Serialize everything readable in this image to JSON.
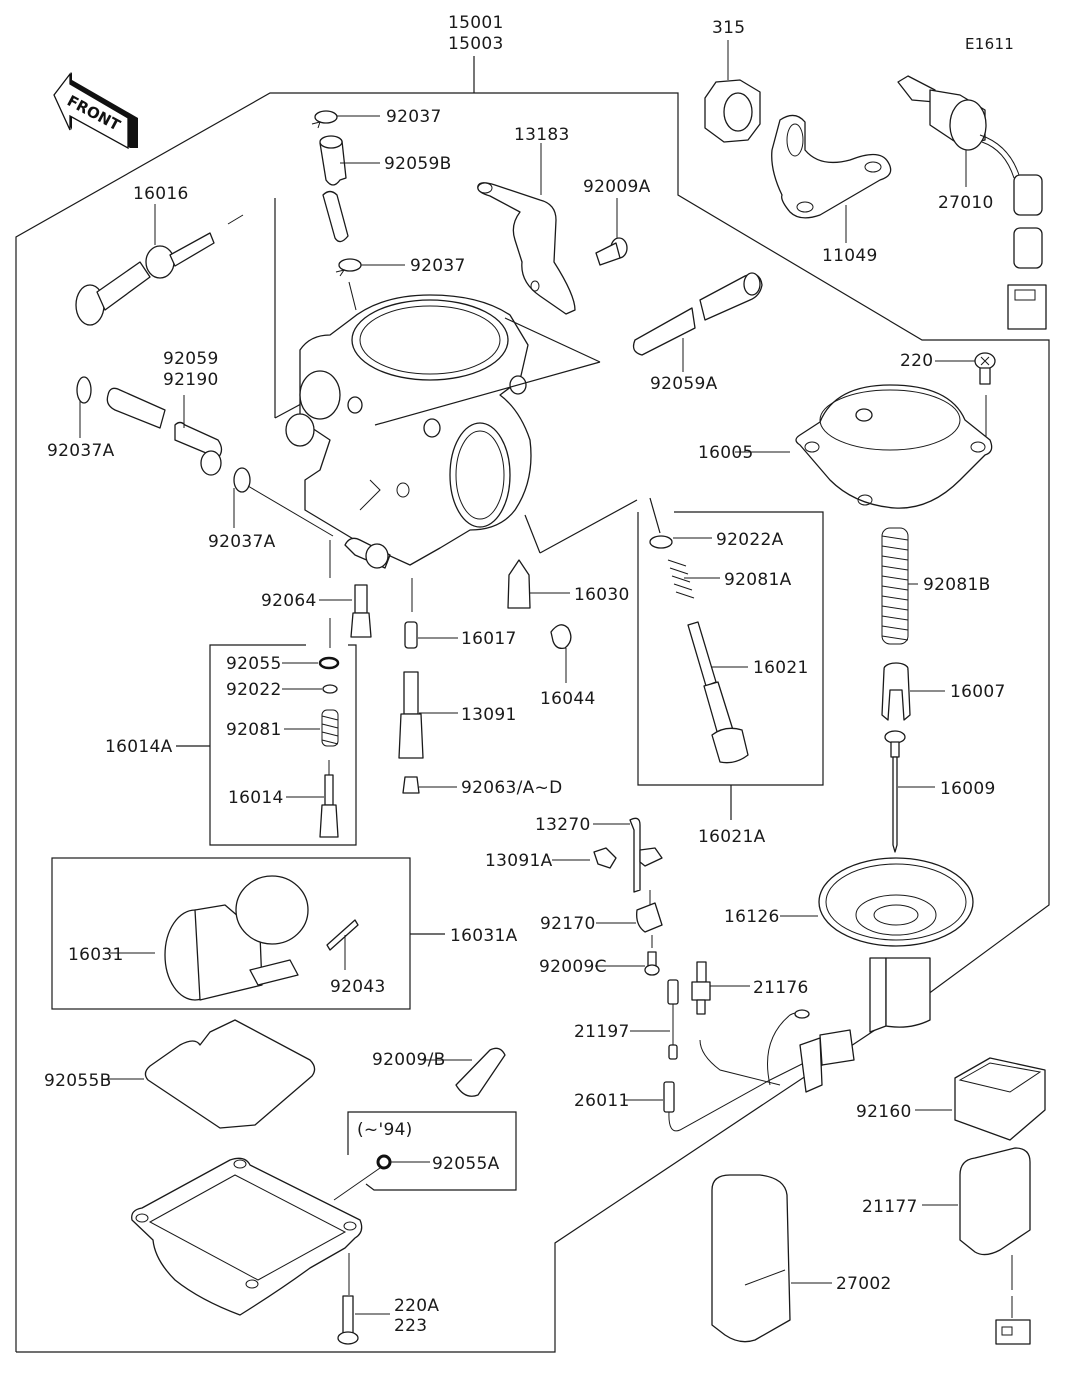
{
  "diagram": {
    "code": "E1611",
    "orientation_label": "FRONT",
    "assembly_label": [
      "15001",
      "15003"
    ],
    "model_note": "(~'94)"
  },
  "labels": {
    "p15001": "15001",
    "p15003": "15003",
    "p315": "315",
    "e1611": "E1611",
    "p92037_top": "92037",
    "p92059b": "92059B",
    "p13183": "13183",
    "p92009a": "92009A",
    "p27010": "27010",
    "p16016": "16016",
    "p92037_mid": "92037",
    "p11049": "11049",
    "p220": "220",
    "p92059": "92059",
    "p92190": "92190",
    "p92059a": "92059A",
    "p92037a_left": "92037A",
    "p16005": "16005",
    "p92037a_right": "92037A",
    "p92022a": "92022A",
    "p92081a": "92081A",
    "p92081b": "92081B",
    "p92064": "92064",
    "p16030": "16030",
    "p16017": "16017",
    "p16044": "16044",
    "p92055": "92055",
    "p92022": "92022",
    "p16021": "16021",
    "p16007": "16007",
    "p92081": "92081",
    "p13091": "13091",
    "p16014a": "16014A",
    "p92063": "92063/A~D",
    "p16009": "16009",
    "p16014": "16014",
    "p13270": "13270",
    "p16021a": "16021A",
    "p13091a": "13091A",
    "p92170": "92170",
    "p16126": "16126",
    "p16031": "16031",
    "p16031a": "16031A",
    "p92009c": "92009C",
    "p21176": "21176",
    "p92043": "92043",
    "p21197": "21197",
    "p92009b": "92009/B",
    "p92055b": "92055B",
    "p26011": "26011",
    "p92160": "92160",
    "note94": "(~'94)",
    "p92055a": "92055A",
    "p21177": "21177",
    "p27002": "27002",
    "p220a": "220A",
    "p223": "223"
  }
}
